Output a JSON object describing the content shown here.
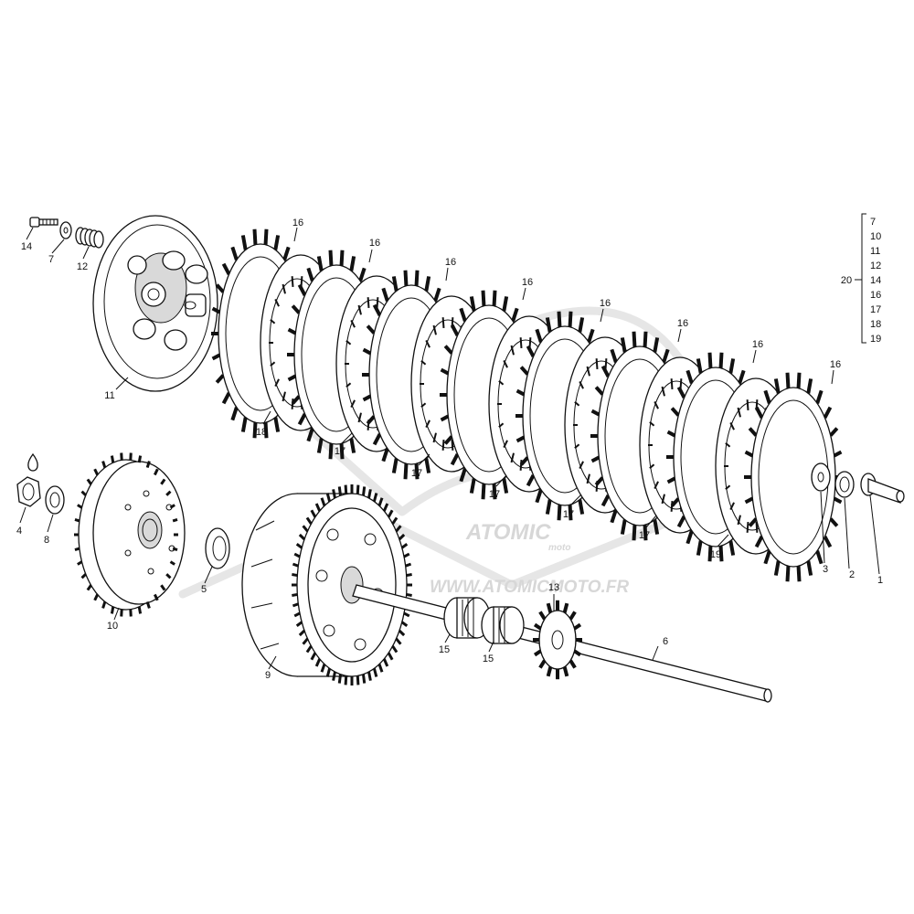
{
  "diagram": {
    "watermark": {
      "brand": "ATOMIC",
      "sub": "moto",
      "url": "WWW.ATOMICMOTO.FR"
    },
    "callouts": [
      {
        "id": "c1",
        "text": "1"
      },
      {
        "id": "c2",
        "text": "2"
      },
      {
        "id": "c3",
        "text": "3"
      },
      {
        "id": "c4",
        "text": "4"
      },
      {
        "id": "c5",
        "text": "5"
      },
      {
        "id": "c6",
        "text": "6"
      },
      {
        "id": "c7",
        "text": "7"
      },
      {
        "id": "c8",
        "text": "8"
      },
      {
        "id": "c9",
        "text": "9"
      },
      {
        "id": "c10",
        "text": "10"
      },
      {
        "id": "c11",
        "text": "11"
      },
      {
        "id": "c12",
        "text": "12"
      },
      {
        "id": "c13",
        "text": "13"
      },
      {
        "id": "c14",
        "text": "14"
      },
      {
        "id": "c15a",
        "text": "15"
      },
      {
        "id": "c15b",
        "text": "15"
      },
      {
        "id": "c16",
        "text": "16"
      },
      {
        "id": "c17",
        "text": "17"
      },
      {
        "id": "c18",
        "text": "18"
      },
      {
        "id": "c19",
        "text": "19"
      }
    ],
    "kit": {
      "label": "20",
      "items": [
        "7",
        "10",
        "11",
        "12",
        "14",
        "16",
        "17",
        "18",
        "19"
      ]
    }
  }
}
